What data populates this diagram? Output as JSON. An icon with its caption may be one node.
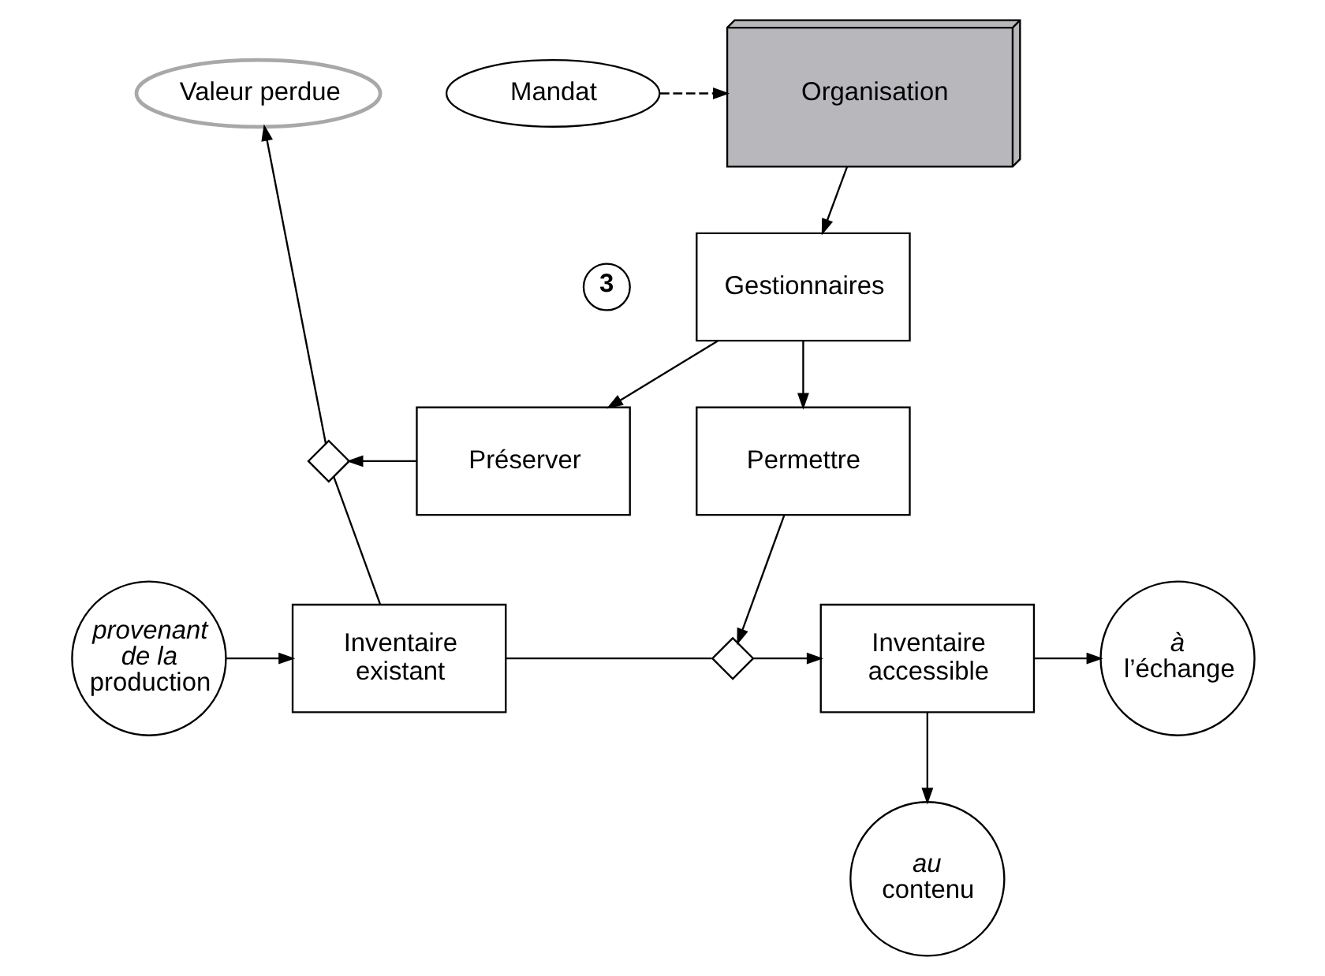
{
  "diagram": {
    "nodes": [
      {
        "text": [
          "Valeur perdue"
        ]
      },
      {
        "text": [
          "Organisation"
        ]
      },
      {
        "text": [
          "Mandat"
        ]
      },
      {
        "text": [
          "3"
        ]
      },
      {
        "text": [
          "Gestionnaires"
        ]
      },
      {
        "text": [
          "Préserver"
        ]
      },
      {
        "text": [
          "Permettre"
        ]
      },
      {
        "text": [],
        "shape": "valve"
      },
      {
        "text": [
          "*provenant de la* production"
        ]
      },
      {
        "text": [
          "Inventaire existant"
        ]
      },
      {
        "text": [],
        "shape": "valve"
      },
      {
        "text": [
          "Inventaire accessible"
        ]
      },
      {
        "text": [
          "*à* l’échange"
        ]
      },
      {
        "text": [
          "*au* contenu"
        ]
      }
    ],
    "edges": [
      {
        "from": 2,
        "to": 1,
        "arrow": "to",
        "style": "dashed"
      },
      {
        "from": 1,
        "to": 4,
        "arrow": "to"
      },
      {
        "from": 4,
        "to": 5,
        "arrow": "to"
      },
      {
        "from": 4,
        "to": 6,
        "arrow": "to"
      },
      {
        "from": 5,
        "to": 7,
        "arrow": "to"
      },
      {
        "from": 9,
        "to": 7,
        "arrow": "none"
      },
      {
        "from": 7,
        "to": 0,
        "arrow": "to"
      },
      {
        "from": 8,
        "to": 9,
        "arrow": "to"
      },
      {
        "from": 9,
        "to": 10,
        "arrow": "none"
      },
      {
        "from": 6,
        "to": 10,
        "arrow": "to"
      },
      {
        "from": 10,
        "to": 11,
        "arrow": "to"
      },
      {
        "from": 11,
        "to": 12,
        "arrow": "to"
      },
      {
        "from": 11,
        "to": 13,
        "arrow": "to"
      }
    ]
  }
}
